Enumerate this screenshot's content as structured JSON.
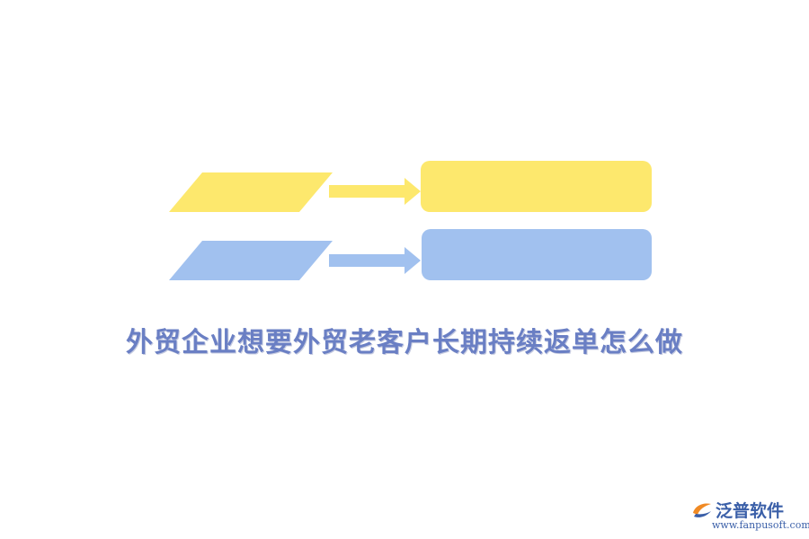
{
  "colors": {
    "yellow": "#fde86d",
    "blue": "#a1c1ef",
    "title": "#6a7fc4",
    "logo_blue": "#3a5fa8",
    "logo_orange": "#f08a24"
  },
  "flows": [
    {
      "name": "yellow-flow",
      "color": "#fde86d"
    },
    {
      "name": "blue-flow",
      "color": "#a1c1ef"
    }
  ],
  "title": "外贸企业想要外贸老客户长期持续返单怎么做",
  "logo": {
    "name": "泛普软件",
    "url": "www.fanpusoft.com",
    "icon": "fanpu-logo-icon"
  }
}
